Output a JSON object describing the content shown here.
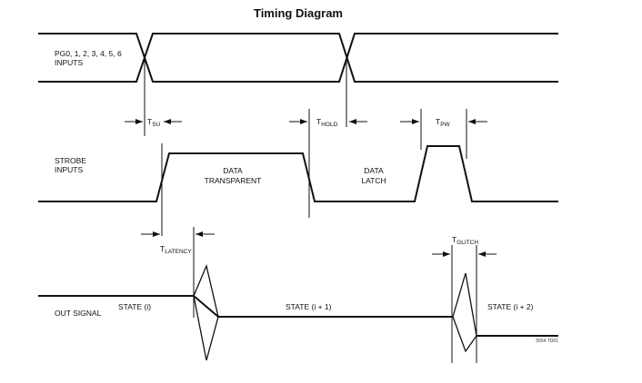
{
  "title": "Timing Diagram",
  "signals": {
    "pgo_line1": "PG0, 1, 2, 3, 4, 5, 6",
    "pgo_line2": "INPUTS",
    "strobe_line1": "STROBE",
    "strobe_line2": "INPUTS",
    "out": "OUT SIGNAL"
  },
  "timing": {
    "tsu_main": "T",
    "tsu_sub": "SU",
    "thold_main": "T",
    "thold_sub": "HOLD",
    "tpw_main": "T",
    "tpw_sub": "PW",
    "tlatency_main": "T",
    "tlatency_sub": "LATENCY",
    "tglitch_main": "T",
    "tglitch_sub": "GLITCH"
  },
  "regions": {
    "data_transparent_1": "DATA",
    "data_transparent_2": "TRANSPARENT",
    "data_latch_1": "DATA",
    "data_latch_2": "LATCH"
  },
  "states": {
    "s0": "STATE (i)",
    "s1": "STATE (i + 1)",
    "s2": "STATE (i + 2)"
  },
  "ref": "5554 TD01"
}
